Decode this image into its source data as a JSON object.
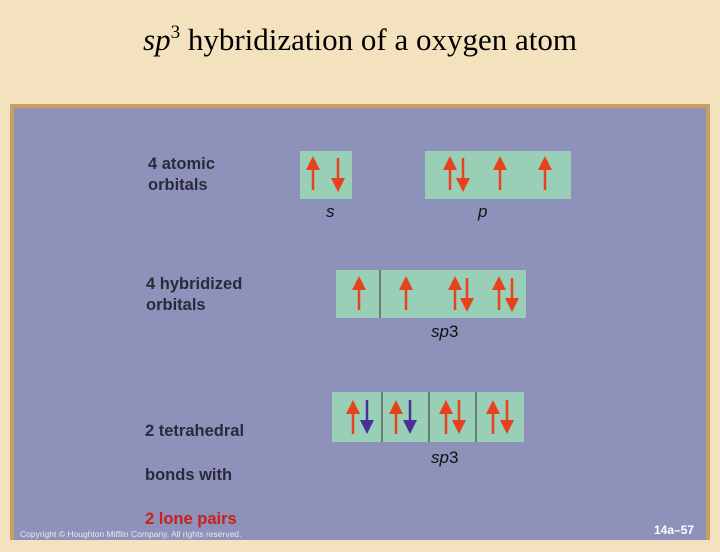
{
  "title": {
    "part1": "sp",
    "sup": "3",
    "rest": " hybridization of a oxygen atom"
  },
  "rows": [
    {
      "label": "4 atomic\norbitals"
    },
    {
      "label": "4 hybridized\norbitals"
    },
    {
      "label_line1": "2 tetrahedral",
      "label_line2": "bonds with",
      "label_line3": "2 lone pairs"
    }
  ],
  "captions": {
    "s": "s",
    "p": "p",
    "sp3_a_base": "sp",
    "sp3_a_sup": "3",
    "sp3_b_base": "sp",
    "sp3_b_sup": "3"
  },
  "colors": {
    "panel": "#8e92bb",
    "box": "#99cfb6",
    "arrow_orange": "#e8421c",
    "arrow_purple": "#4a2f9a",
    "red_text": "#c8201a"
  },
  "footer": {
    "copyright": "Copyright © Houghton Mifflin Company. All rights reserved.",
    "page": "14a–57"
  }
}
